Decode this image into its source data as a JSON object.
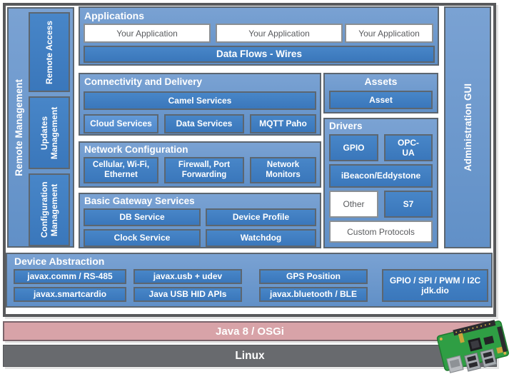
{
  "colors": {
    "container_blue_top": "#7aa2d3",
    "container_blue_bottom": "#6190c7",
    "item_blue": "#3f7ec3",
    "item_blue_light": "#5b92d2",
    "box_border_gray": "#5c6670",
    "frame_gray": "#58595b",
    "white_box_text": "#595b5e",
    "java_bar_bg": "#d8a3a8",
    "java_bar_border": "#7b646b",
    "linux_bar_bg": "#686a6e",
    "text_white": "#ffffff"
  },
  "sidebar": {
    "title": "Remote Management",
    "items": [
      "Remote Access",
      "Updates Management",
      "Configuration Management"
    ]
  },
  "applications": {
    "title": "Applications",
    "apps": [
      "Your Application",
      "Your Application",
      "Your Application"
    ],
    "wires": "Data Flows - Wires"
  },
  "connectivity": {
    "title": "Connectivity and Delivery",
    "camel": "Camel Services",
    "items": [
      "Cloud Services",
      "Data Services",
      "MQTT Paho"
    ]
  },
  "network": {
    "title": "Network Configuration",
    "items": [
      "Cellular, Wi-Fi, Ethernet",
      "Firewall, Port Forwarding",
      "Network Monitors"
    ]
  },
  "gateway": {
    "title": "Basic Gateway Services",
    "db": "DB Service",
    "profile": "Device Profile",
    "clock": "Clock Service",
    "watchdog": "Watchdog"
  },
  "assets": {
    "title": "Assets",
    "item": "Asset"
  },
  "drivers": {
    "title": "Drivers",
    "gpio": "GPIO",
    "opcua": "OPC-UA",
    "ibeacon": "iBeacon/Eddystone",
    "other": "Other",
    "s7": "S7",
    "custom": "Custom Protocols"
  },
  "admin_gui": {
    "title": "Administration GUI"
  },
  "device_abstraction": {
    "title": "Device Abstraction",
    "row1": [
      "javax.comm / RS-485",
      "javax.usb + udev",
      "GPS Position"
    ],
    "row2": [
      "javax.smartcardio",
      "Java USB HID APIs",
      "javax.bluetooth / BLE"
    ],
    "side_line1": "GPIO / SPI / PWM / I2C",
    "side_line2": "jdk.dio"
  },
  "platform": {
    "java": "Java 8 / OSGi",
    "os": "Linux"
  },
  "board_image": "raspberry-pi-board"
}
